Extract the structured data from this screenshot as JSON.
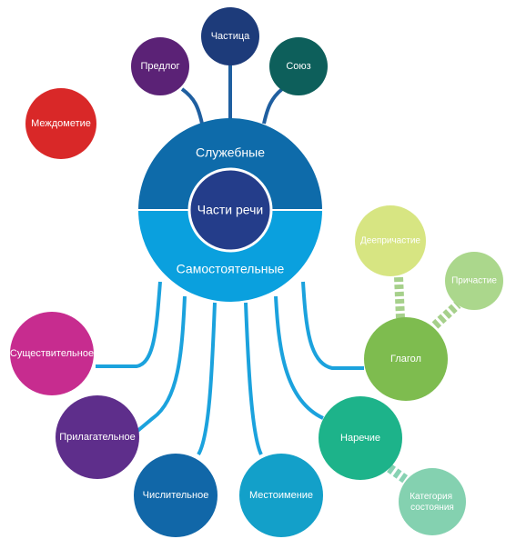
{
  "center": {
    "label": "Части речи",
    "top_label": "Служебные",
    "bottom_label": "Самостоятельные",
    "colors": {
      "top": "#0E6BAA",
      "bottom": "#0AA0DE",
      "core": "#243D8A",
      "ring": "#FFFFFF"
    }
  },
  "service_parts": [
    {
      "label": "Предлог",
      "color": "#5B2276"
    },
    {
      "label": "Частица",
      "color": "#1D3B7A"
    },
    {
      "label": "Союз",
      "color": "#0D5F5B"
    }
  ],
  "standalone_node": {
    "label": "Междометие",
    "color": "#D92828"
  },
  "independent_parts": [
    {
      "label": "Существительное",
      "color": "#C72C8F"
    },
    {
      "label": "Прилагательное",
      "color": "#5E2E8B"
    },
    {
      "label": "Числительное",
      "color": "#1167A8"
    },
    {
      "label": "Местоимение",
      "color": "#13A0C9"
    },
    {
      "label": "Наречие",
      "color": "#1DB38A"
    },
    {
      "label": "Глагол",
      "color": "#7EBC4F"
    }
  ],
  "verb_forms": [
    {
      "label": "Деепричастие",
      "color": "#D7E582"
    },
    {
      "label": "Причастие",
      "color": "#ABD78C"
    }
  ],
  "adverb_forms": [
    {
      "label": "Категория\nсостояния",
      "color": "#84D1B0"
    }
  ],
  "connector_colors": {
    "service": "#1F5FA0",
    "independent": "#1BA2DD",
    "verb_dash": "#A6D08B",
    "adverb_dash": "#88D2B3"
  }
}
